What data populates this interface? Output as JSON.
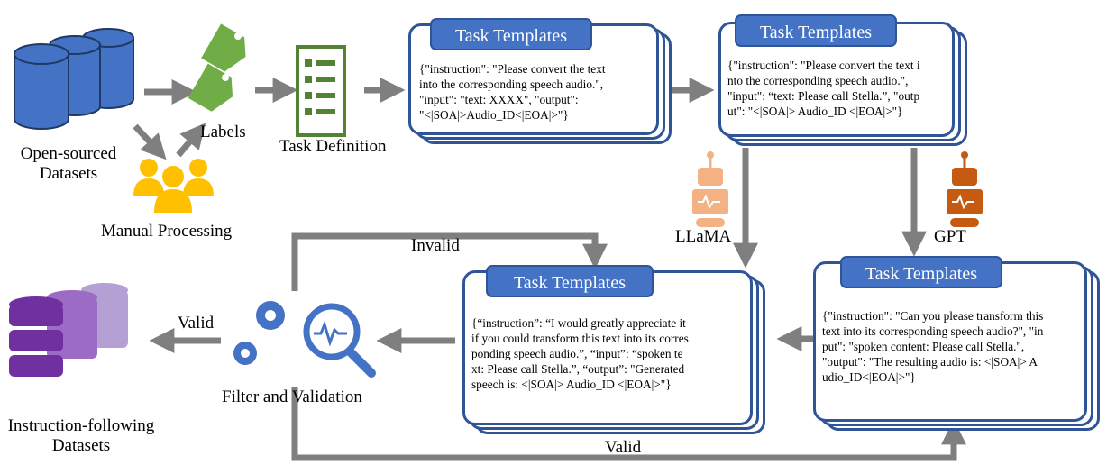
{
  "labels": {
    "open_sourced": "Open-sourced\nDatasets",
    "manual_processing": "Manual Processing",
    "labels": "Labels",
    "task_definition": "Task Definition",
    "llama": "LLaMA",
    "gpt": "GPT",
    "invalid": "Invalid",
    "valid_left": "Valid",
    "valid_bottom": "Valid",
    "filter_validation": "Filter and Validation",
    "instruction_datasets": "Instruction-following\nDatasets"
  },
  "cards": [
    {
      "title": "Task Templates",
      "lines": [
        "{\"instruction\": \"Please convert the text",
        "into the corresponding speech audio.\",",
        "\"input\": \"text: XXXX\", \"output\":",
        "\"<|SOA|>Audio_ID<|EOA|>\"}"
      ]
    },
    {
      "title": "Task Templates",
      "lines": [
        "{\"instruction\": \"Please convert the text i",
        "nto the corresponding speech audio.\",",
        "\"input\": “text: Please call Stella.”, \"outp",
        "ut\": \"<|SOA|> Audio_ID <|EOA|>\"}"
      ]
    },
    {
      "title": "Task Templates",
      "lines": [
        "{\"instruction\": \"Can you please transform this",
        "text into its corresponding speech audio?\", \"in",
        "put\": \"spoken content: Please call Stella.\",",
        "\"output\": \"The resulting audio is: <|SOA|> A",
        "udio_ID<|EOA|>\"}"
      ]
    },
    {
      "title": "Task Templates",
      "lines": [
        "{“instruction”: “I would greatly appreciate it",
        "if you could transform this text into its corres",
        "ponding speech audio.”, “input”: “spoken te",
        "xt: Please call Stella.”, “output”: \"Generated",
        "speech is: <|SOA|> Audio_ID <|EOA|>\"}"
      ]
    }
  ],
  "colors": {
    "db_blue": "#4472c4",
    "db_purple": "#7030a0",
    "tag_green": "#70ad47",
    "doc_green": "#548235",
    "people_yellow": "#ffc000",
    "robot_orange": "#f4b183",
    "robot_dark": "#c55a11",
    "arrow_gray": "#7f7f7f",
    "gear_blue": "#4472c4"
  },
  "icons": [
    "database-icon",
    "tag-icon",
    "document-list-icon",
    "people-icon",
    "robot-icon",
    "gear-icon",
    "magnifier-icon",
    "database-purple-icon"
  ]
}
